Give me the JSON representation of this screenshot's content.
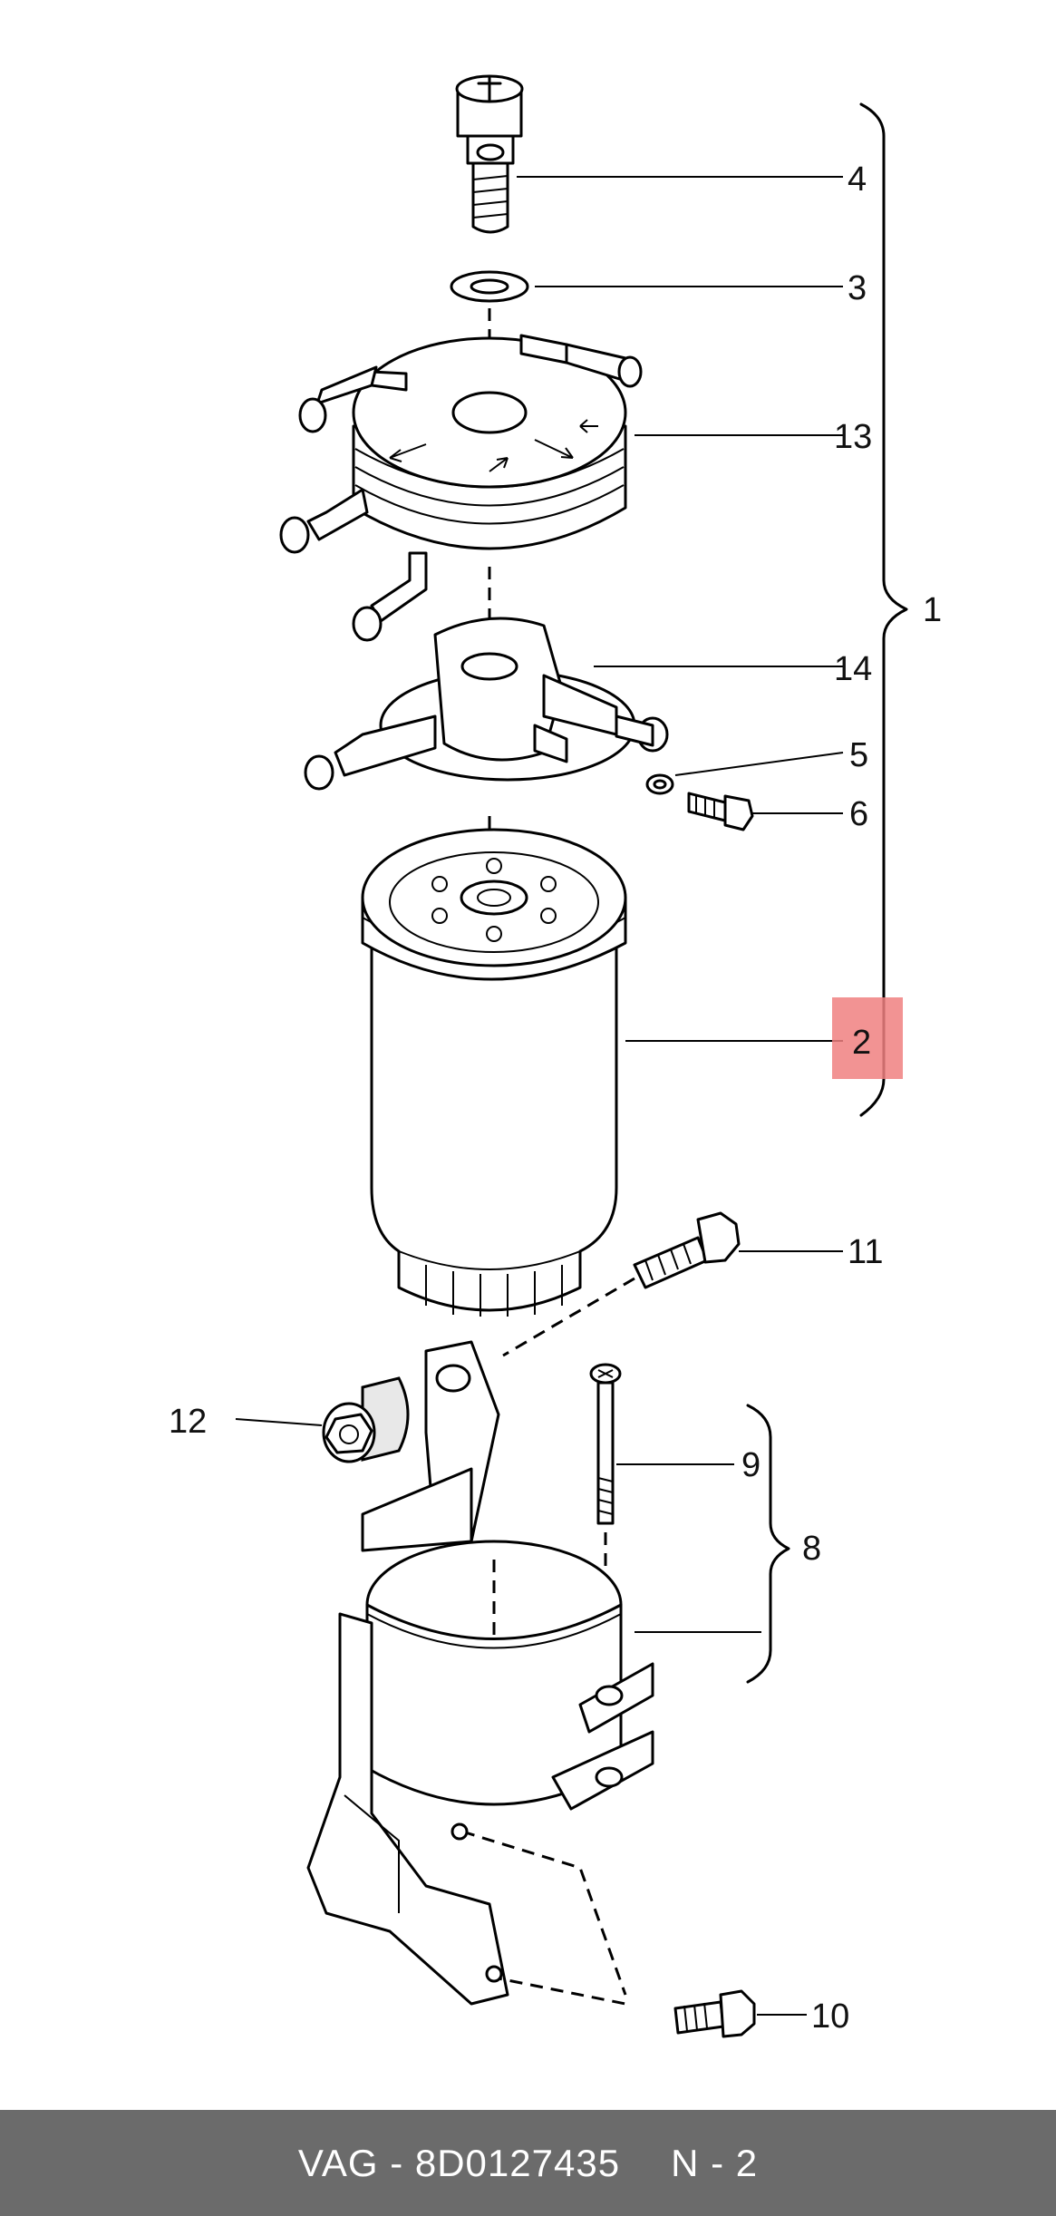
{
  "callouts": {
    "c1": "1",
    "c2": "2",
    "c3": "3",
    "c4": "4",
    "c5": "5",
    "c6": "6",
    "c8": "8",
    "c9": "9",
    "c10": "10",
    "c11": "11",
    "c12": "12",
    "c13": "13",
    "c14": "14"
  },
  "highlight": {
    "callout": "2",
    "color": "#f08080"
  },
  "footer": {
    "brand": "VAG",
    "separator": "-",
    "part_number": "8D0127435",
    "code": "N - 2",
    "background": "#6b6b6b",
    "text_color": "#ffffff"
  }
}
